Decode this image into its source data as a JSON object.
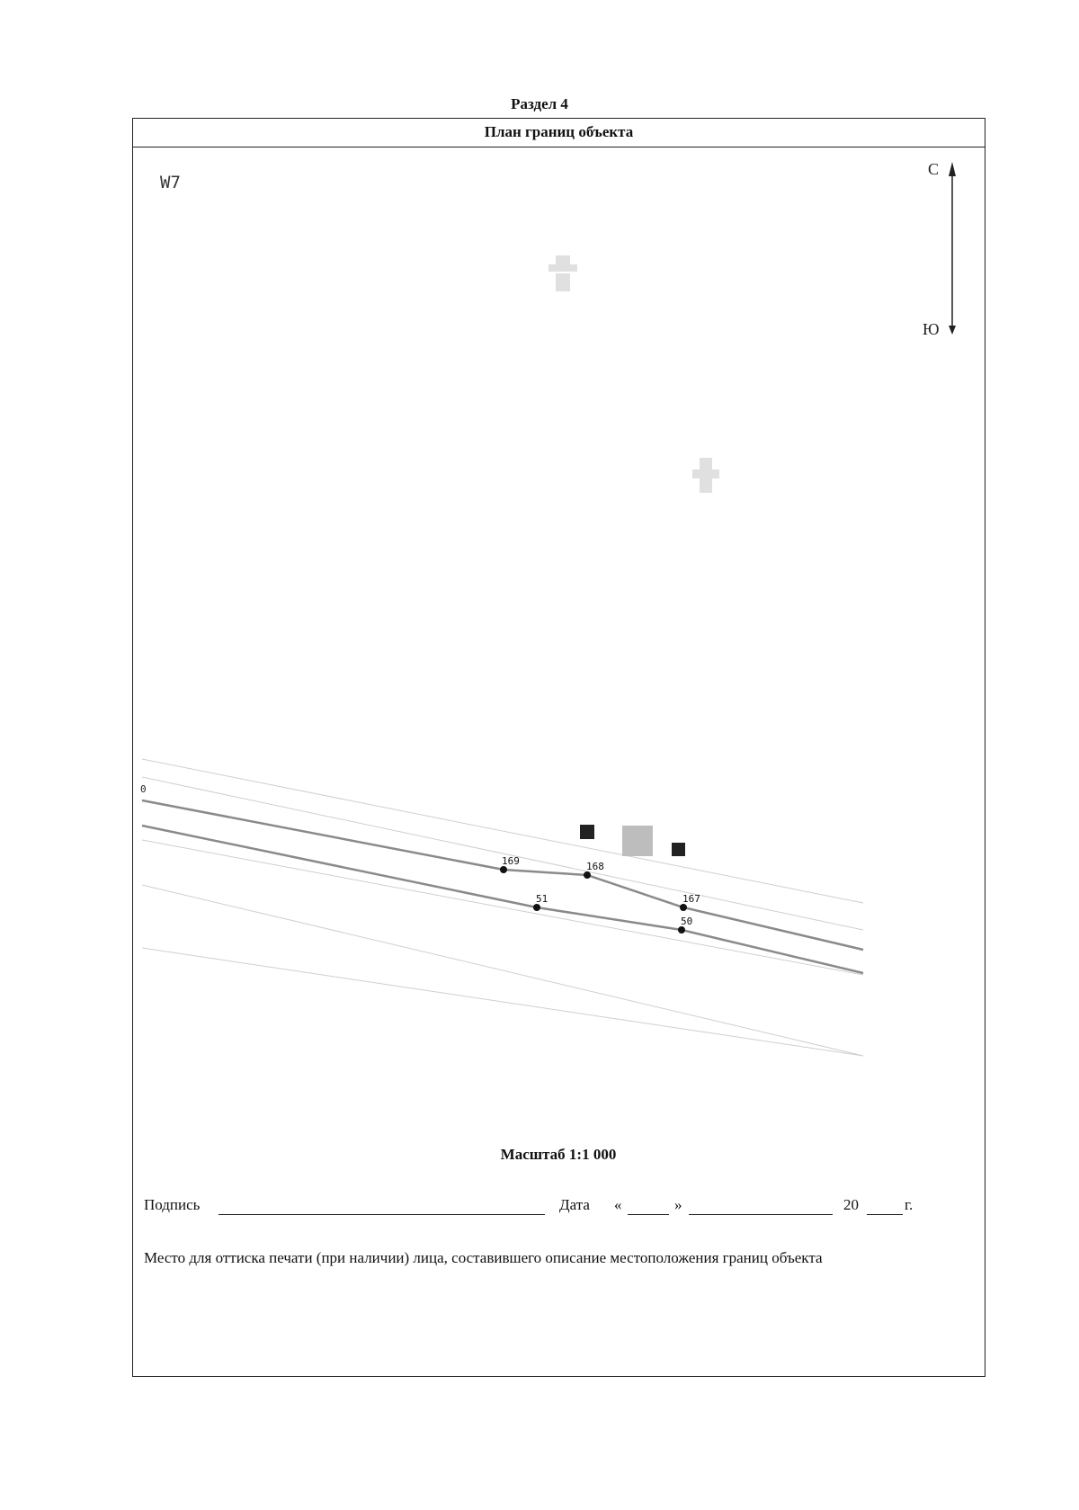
{
  "document": {
    "section": "Раздел 4",
    "plan_title": "План границ объекта",
    "sheet_label": "W7",
    "compass": {
      "north": "С",
      "south": "Ю"
    },
    "scale": "Масштаб 1:1 000",
    "signature": {
      "label": "Подпись",
      "date_label": "Дата",
      "quote_open": "«",
      "quote_close": "»",
      "year_prefix": "20",
      "year_suffix": "г."
    },
    "stamp_note": "Место для оттиска печати (при наличии) лица, составившего описание местоположения границ объекта"
  },
  "map": {
    "edge_label": "0",
    "points": [
      {
        "id": "169",
        "label": "169"
      },
      {
        "id": "168",
        "label": "168"
      },
      {
        "id": "167",
        "label": "167"
      },
      {
        "id": "51",
        "label": "51"
      },
      {
        "id": "50",
        "label": "50"
      }
    ],
    "colors": {
      "boundary": "#8a8a8a",
      "faint": "#c8c8c8",
      "point": "#111111"
    }
  }
}
